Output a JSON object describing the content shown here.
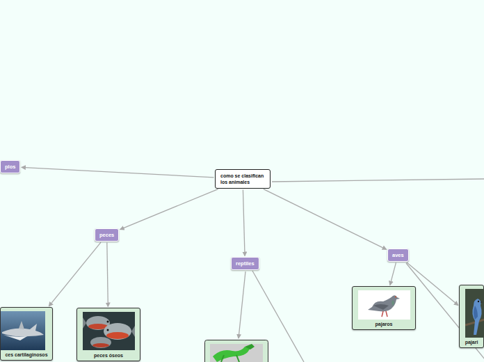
{
  "diagram": {
    "nodes": [
      {
        "text": [
          "como se clasifican los animales"
        ]
      },
      {
        "text": [
          "plos"
        ]
      },
      {
        "text": [
          "peces"
        ]
      },
      {
        "text": [
          "reptiles"
        ]
      },
      {
        "text": [
          "aves"
        ]
      },
      {
        "text": [
          "ces cartilaginosos"
        ]
      },
      {
        "text": [
          "peces óseos"
        ]
      },
      {
        "text": [
          "pajaros"
        ]
      },
      {
        "text": [
          "pajari"
        ]
      }
    ],
    "edges": [
      {
        "from": 0,
        "to": 1,
        "arrow": "to"
      },
      {
        "from": 0,
        "to": 2,
        "arrow": "to"
      },
      {
        "from": 0,
        "to": 3,
        "arrow": "to"
      },
      {
        "from": 0,
        "to": 4,
        "arrow": "to"
      },
      {
        "from": 2,
        "to": 5,
        "arrow": "to"
      },
      {
        "from": 2,
        "to": 6,
        "arrow": "to"
      },
      {
        "from": 4,
        "to": 7,
        "arrow": "to"
      },
      {
        "from": 4,
        "to": 8,
        "arrow": "to"
      }
    ]
  }
}
